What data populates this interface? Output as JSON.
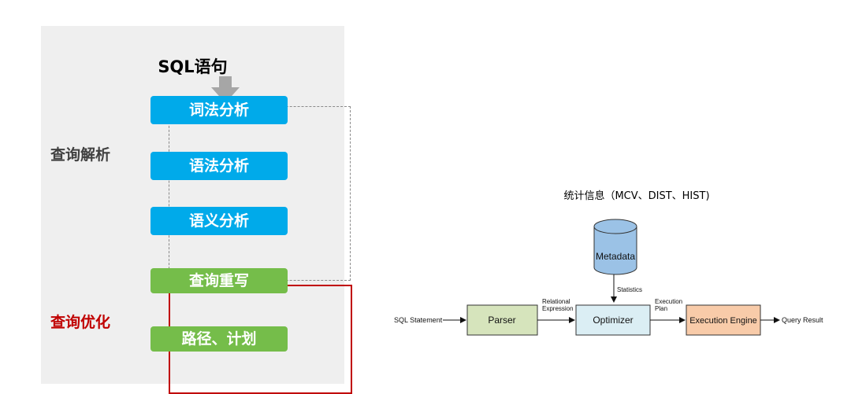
{
  "left": {
    "sql_title": "SQL语句",
    "parse_label": "查询解析",
    "opt_label": "查询优化",
    "parse_steps": [
      "词法分析",
      "语法分析",
      "语义分析"
    ],
    "opt_steps": [
      "查询重写",
      "路径、计划"
    ],
    "colors": {
      "blue": "#00aaea",
      "green": "#75bd4a",
      "red": "#c00000",
      "panel": "#efefef"
    }
  },
  "diagram": {
    "title": "统计信息（MCV、DIST、HIST)",
    "metadata": "Metadata",
    "statistics": "Statistics",
    "input": "SQL Statement",
    "parser": "Parser",
    "rel_line1": "Relational",
    "rel_line2": "Expression",
    "optimizer": "Optimizer",
    "plan_line1": "Execution",
    "plan_line2": "Plan",
    "engine": "Execution Engine",
    "output": "Query Result",
    "colors": {
      "parser": "#d6e4bc",
      "optimizer": "#dbeef4",
      "engine": "#f8cba9",
      "metadata": "#9bc2e6"
    }
  }
}
